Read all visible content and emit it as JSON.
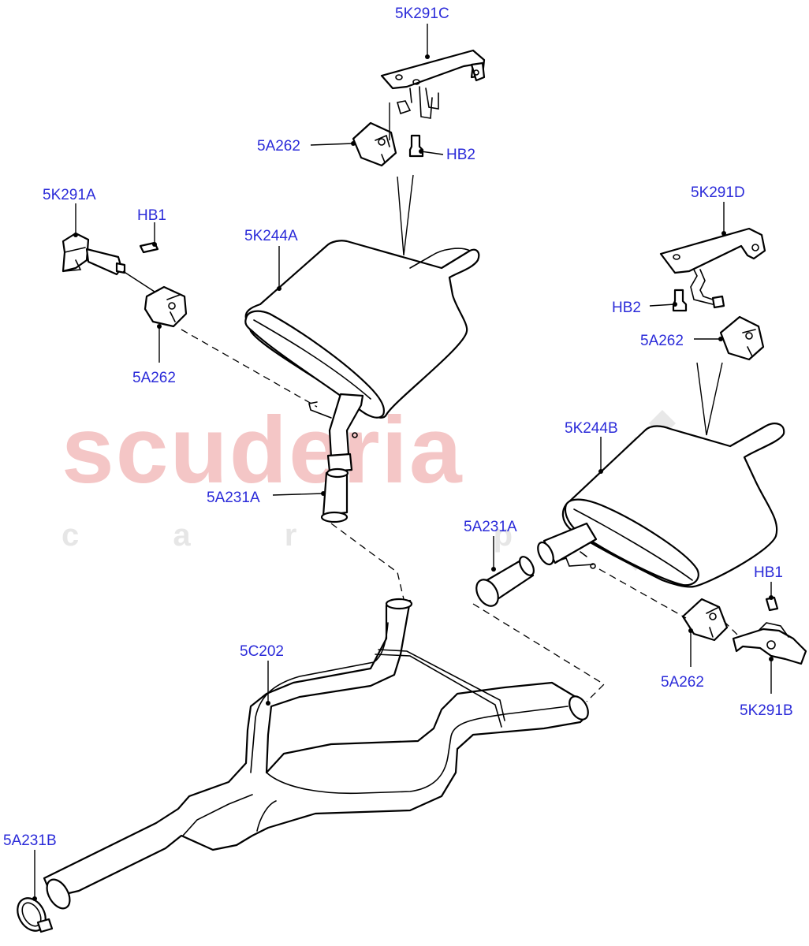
{
  "watermark": {
    "brand": "scuderia",
    "tagline": "c a r   p a r t s",
    "color": "#f4c6c6",
    "tagline_color": "#e6e6e6",
    "checker_color": "#e8e8e8"
  },
  "label_color": "#2b2bd9",
  "callouts": {
    "c_5k291c": "5K291C",
    "c_5a262_top": "5A262",
    "c_hb2_top": "HB2",
    "c_5k291a": "5K291A",
    "c_hb1_left": "HB1",
    "c_5k244a": "5K244A",
    "c_5a262_left": "5A262",
    "c_5k291d": "5K291D",
    "c_hb2_right": "HB2",
    "c_5a262_right": "5A262",
    "c_5k244b": "5K244B",
    "c_5a231a_left": "5A231A",
    "c_5a231a_right": "5A231A",
    "c_hb1_right": "HB1",
    "c_5a262_bottom": "5A262",
    "c_5k291b": "5K291B",
    "c_5c202": "5C202",
    "c_5a231b": "5A231B"
  }
}
